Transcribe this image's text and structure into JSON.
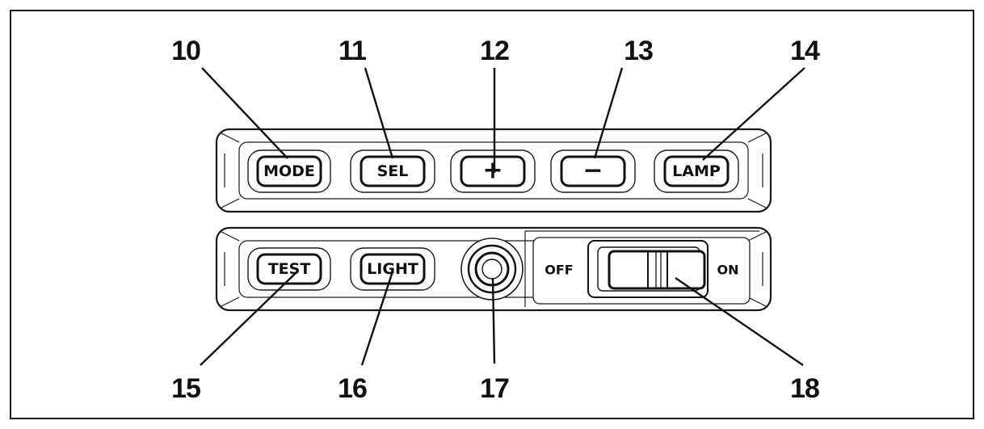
{
  "diagram": {
    "callouts": [
      {
        "number": "10",
        "target": "MODE"
      },
      {
        "number": "11",
        "target": "SEL"
      },
      {
        "number": "12",
        "target": "+"
      },
      {
        "number": "13",
        "target": "−"
      },
      {
        "number": "14",
        "target": "LAMP"
      },
      {
        "number": "15",
        "target": "TEST"
      },
      {
        "number": "16",
        "target": "LIGHT"
      },
      {
        "number": "17",
        "target": "round button"
      },
      {
        "number": "18",
        "target": "power switch"
      }
    ],
    "top_panel": {
      "buttons": [
        "MODE",
        "SEL",
        "+",
        "−",
        "LAMP"
      ]
    },
    "bottom_panel": {
      "buttons": [
        "TEST",
        "LIGHT"
      ],
      "switch": {
        "off_label": "OFF",
        "on_label": "ON"
      }
    }
  }
}
